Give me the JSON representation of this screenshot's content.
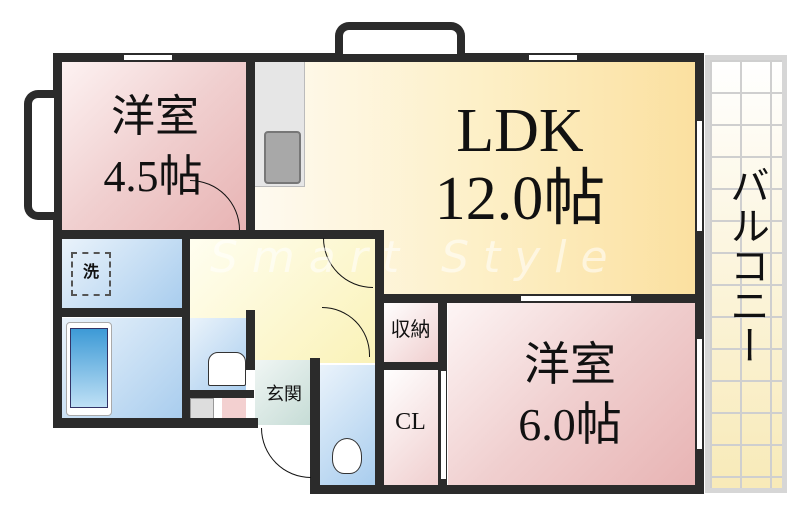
{
  "floorplan": {
    "rooms": [
      {
        "id": "western-room-1",
        "name": "洋室",
        "size": "4.5帖"
      },
      {
        "id": "ldk",
        "name": "LDK",
        "size": "12.0帖"
      },
      {
        "id": "western-room-2",
        "name": "洋室",
        "size": "6.0帖"
      },
      {
        "id": "balcony",
        "name": "バルコニー"
      },
      {
        "id": "storage",
        "name": "収納"
      },
      {
        "id": "closet",
        "name": "CL"
      },
      {
        "id": "entrance",
        "name": "玄関"
      },
      {
        "id": "washer",
        "name": "洗"
      }
    ],
    "watermark": "Smart Style",
    "colors": {
      "wall": "#2b2b2b",
      "western_room": "#efc6c6",
      "ldk": "#fbe7a8",
      "wet_area": "#a9cdee",
      "hall": "#fbf6cc",
      "balcony_grid": "#d0d0d0"
    }
  }
}
